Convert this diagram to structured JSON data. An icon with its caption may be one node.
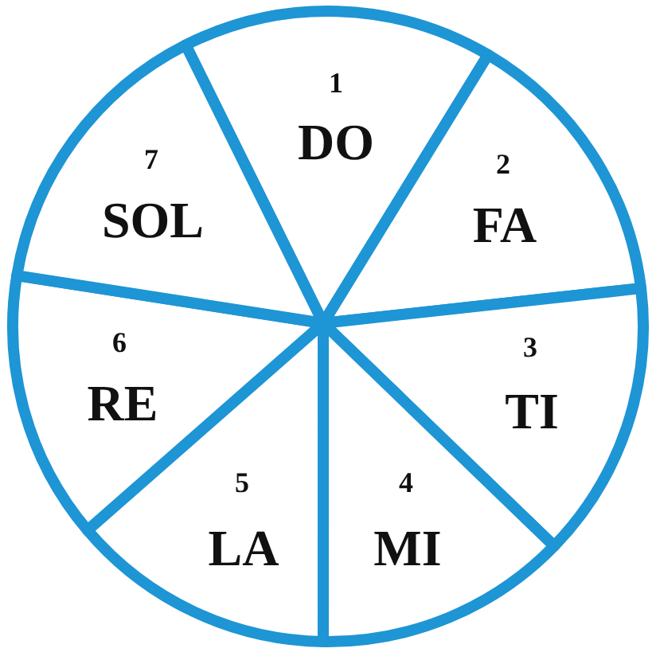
{
  "diagram": {
    "nodes": [
      {
        "text": [
          "1",
          "DO"
        ]
      },
      {
        "text": [
          "2",
          "FA"
        ]
      },
      {
        "text": [
          "3",
          "TI"
        ]
      },
      {
        "text": [
          "4",
          "MI"
        ]
      },
      {
        "text": [
          "5",
          "LA"
        ]
      },
      {
        "text": [
          "6",
          "RE"
        ]
      },
      {
        "text": [
          "7",
          "SOL"
        ]
      }
    ]
  }
}
